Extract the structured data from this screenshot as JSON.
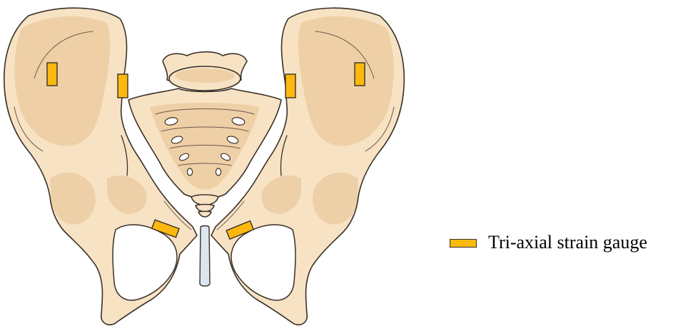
{
  "legend": {
    "label": "Tri-axial strain gauge",
    "color": "#fbb80e"
  },
  "gauges": [
    {
      "id": "left-iliac-outer"
    },
    {
      "id": "left-iliac-inner"
    },
    {
      "id": "right-iliac-inner"
    },
    {
      "id": "right-iliac-outer"
    },
    {
      "id": "left-pubic"
    },
    {
      "id": "right-pubic"
    }
  ]
}
